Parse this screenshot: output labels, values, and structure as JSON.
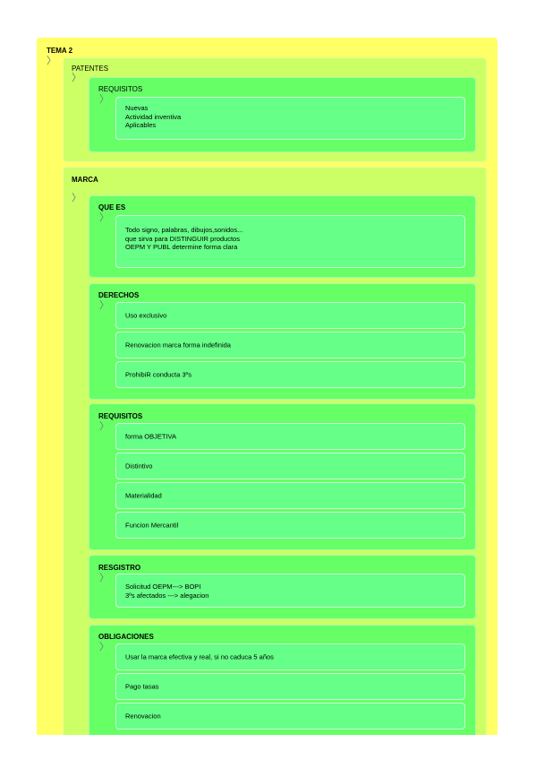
{
  "tema": {
    "title": "TEMA 2",
    "patentes": {
      "title": "PATENTES",
      "requisitos": {
        "title": "REQUISITOS",
        "lines": [
          "Nuevas",
          "Actividad inventiva",
          "Aplicables"
        ]
      }
    },
    "marca": {
      "title": "MARCA",
      "que_es": {
        "title": "QUE ES",
        "lines": [
          "Todo signo, palabras, dibujos,sonidos...",
          "que sirva para DISTINGUIR productos",
          "OEPM Y PUBL determine forma clara"
        ]
      },
      "derechos": {
        "title": "DERECHOS",
        "items": [
          "Uso exclusivo",
          "Renovacion marca forma indefinida",
          "ProhibiR conducta 3ºs"
        ]
      },
      "requisitos": {
        "title": "REQUISITOS",
        "items": [
          "forma OBJETIVA",
          "Distintivo",
          "Materialidad",
          "Funcion Mercantil"
        ]
      },
      "registro": {
        "title": "RESGISTRO",
        "lines": [
          "Solicitud OEPM---> BOPI",
          "3ºs afectados ---> alegacion"
        ]
      },
      "obligaciones": {
        "title": "OBLIGACIONES",
        "items": [
          "Usar la marca efectiva y real, si no caduca 5 años",
          "Pago tasas",
          "Renovacion"
        ]
      }
    }
  },
  "icons": {
    "expand": "chevron-right-icon"
  },
  "colors": {
    "level1": "#ffff66",
    "level2": "#ccff66",
    "level3": "#66ff66",
    "leaf": "#66ff88"
  }
}
